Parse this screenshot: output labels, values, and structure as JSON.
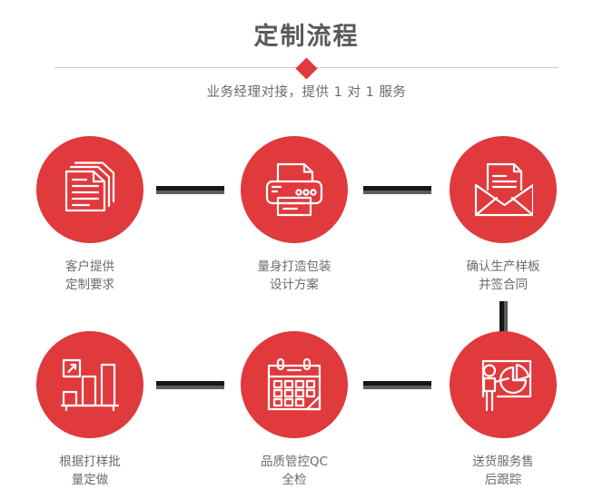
{
  "header": {
    "title": "定制流程",
    "subtitle": "业务经理对接，提供 1 对 1 服务",
    "divider_icon": "diamond-marker"
  },
  "theme": {
    "accent_red": "#e03a3c",
    "title_gray": "#58595b",
    "text_gray": "#6b6b6b",
    "connector_dark": "#171717",
    "connector_light": "#5d5d5d",
    "divider_gray": "#c9c9c9",
    "background": "#ffffff"
  },
  "flow": {
    "steps": [
      {
        "index": 1,
        "icon": "documents-stack-icon",
        "caption": "客户提供\n定制要求"
      },
      {
        "index": 2,
        "icon": "printer-icon",
        "caption": "量身打造包装\n设计方案"
      },
      {
        "index": 3,
        "icon": "envelope-document-icon",
        "caption": "确认生产样板\n并签合同"
      },
      {
        "index": 4,
        "icon": "bar-chart-growth-icon",
        "caption": "根据打样批\n量定做"
      },
      {
        "index": 5,
        "icon": "calendar-icon",
        "caption": "品质管控QC\n全检"
      },
      {
        "index": 6,
        "icon": "presentation-pie-icon",
        "caption": "送货服务售\n后跟踪"
      }
    ],
    "connectors": [
      {
        "name": "connector-1-2",
        "orientation": "horizontal"
      },
      {
        "name": "connector-2-3",
        "orientation": "horizontal"
      },
      {
        "name": "connector-3-4",
        "orientation": "vertical"
      },
      {
        "name": "connector-4-5",
        "orientation": "horizontal"
      },
      {
        "name": "connector-5-6",
        "orientation": "horizontal"
      }
    ]
  }
}
